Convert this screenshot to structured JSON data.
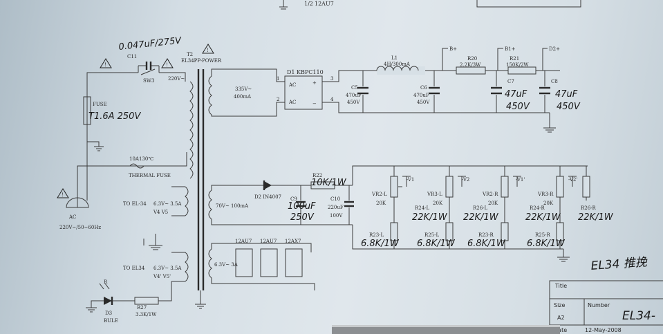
{
  "diagram": {
    "top_partial": {
      "label": "12AU7",
      "prefix": "1/2"
    },
    "ac_switch": {
      "capacitor_label": "C11",
      "capacitor_note": "0.047uF/275V",
      "switch_label": "SW3"
    },
    "fuse": {
      "label": "FUSE",
      "note": "T1.6A 250V"
    },
    "thermal_fuse": {
      "rating": "10A130℃",
      "label": "THERMAL FUSE"
    },
    "ac_inlet": {
      "label": "AC",
      "rating": "220V~/50~60Hz"
    },
    "transformer": {
      "ref": "T2",
      "name": "EL34PP-POWER",
      "primary": "220V~",
      "hv_secondary": [
        "335V~",
        "400mA"
      ],
      "bias_secondary": "70V~ 100mA",
      "fil_1": {
        "to": "TO EL-34",
        "rating": "6.3V~ 3.5A",
        "tubes": "V4 V5"
      },
      "fil_2": {
        "to": "TO EL34",
        "rating": "6.3V~ 3.5A",
        "tubes": "V4' V5'"
      },
      "fil_3": {
        "rating": "6.3V~ 3A",
        "tubes": [
          "12AU7",
          "12AU7",
          "12AX7"
        ]
      }
    },
    "bridge": {
      "ref": "D1 KBPC110",
      "pins": [
        "1",
        "2",
        "3",
        "4"
      ],
      "ac": "AC"
    },
    "psu": {
      "c5": {
        "ref": "C5",
        "value": "470uF",
        "voltage": "450V"
      },
      "l1": {
        "ref": "L1",
        "value": "4H/300mA"
      },
      "c6": {
        "ref": "C6",
        "value": "470uF",
        "voltage": "450V"
      },
      "r20": {
        "ref": "R20",
        "value": "2.2K/3W"
      },
      "r21": {
        "ref": "R21",
        "value": "150K/2W"
      },
      "c7": {
        "ref": "C7",
        "hand": "47uF",
        "hand_v": "450V"
      },
      "c8": {
        "ref": "C8",
        "hand": "47uF",
        "hand_v": "450V"
      },
      "rails": [
        "B+",
        "B1+",
        "D2+"
      ]
    },
    "bias": {
      "d2": "D2 IN4007",
      "r22": {
        "ref": "R22",
        "hand": "10K/1W"
      },
      "c9": {
        "ref": "C9",
        "hand": "100uF",
        "hand_v": "250V"
      },
      "c10": {
        "ref": "C10",
        "value": "220uF",
        "voltage": "100V"
      },
      "channels": [
        {
          "vr": "VR2-L",
          "vr_val": "20K",
          "out": "-V1",
          "r_top": "R24-L",
          "r_top_hand": "22K/1W",
          "r_bot": "R23-L",
          "r_bot_hand": "6.8K/1W"
        },
        {
          "vr": "VR3-L",
          "vr_val": "20K",
          "out": "-V2",
          "r_top": "R26-L",
          "r_top_hand": "22K/1W",
          "r_bot": "R25-L",
          "r_bot_hand": "6.8K/1W"
        },
        {
          "vr": "VR2-R",
          "vr_val": "20K",
          "out": "-V1'",
          "r_top": "R24-R",
          "r_top_hand": "22K/1W",
          "r_bot": "R23-R",
          "r_bot_hand": "6.8K/1W"
        },
        {
          "vr": "VR3-R",
          "vr_val": "20K",
          "out": "-V2'",
          "r_top": "R26-R",
          "r_top_hand": "22K/1W",
          "r_bot": "R25-R",
          "r_bot_hand": "6.8K/1W"
        }
      ]
    },
    "led": {
      "ref": "D3",
      "color": "BULE",
      "r27": "R27",
      "r27_val": "3.3K/1W"
    },
    "note": "EL34 推挽",
    "title_block": {
      "title": "Title",
      "size": "Size",
      "size_val": "A2",
      "number": "Number",
      "number_val": "EL34-",
      "date": "Date",
      "date_val": "12-May-2008"
    }
  }
}
